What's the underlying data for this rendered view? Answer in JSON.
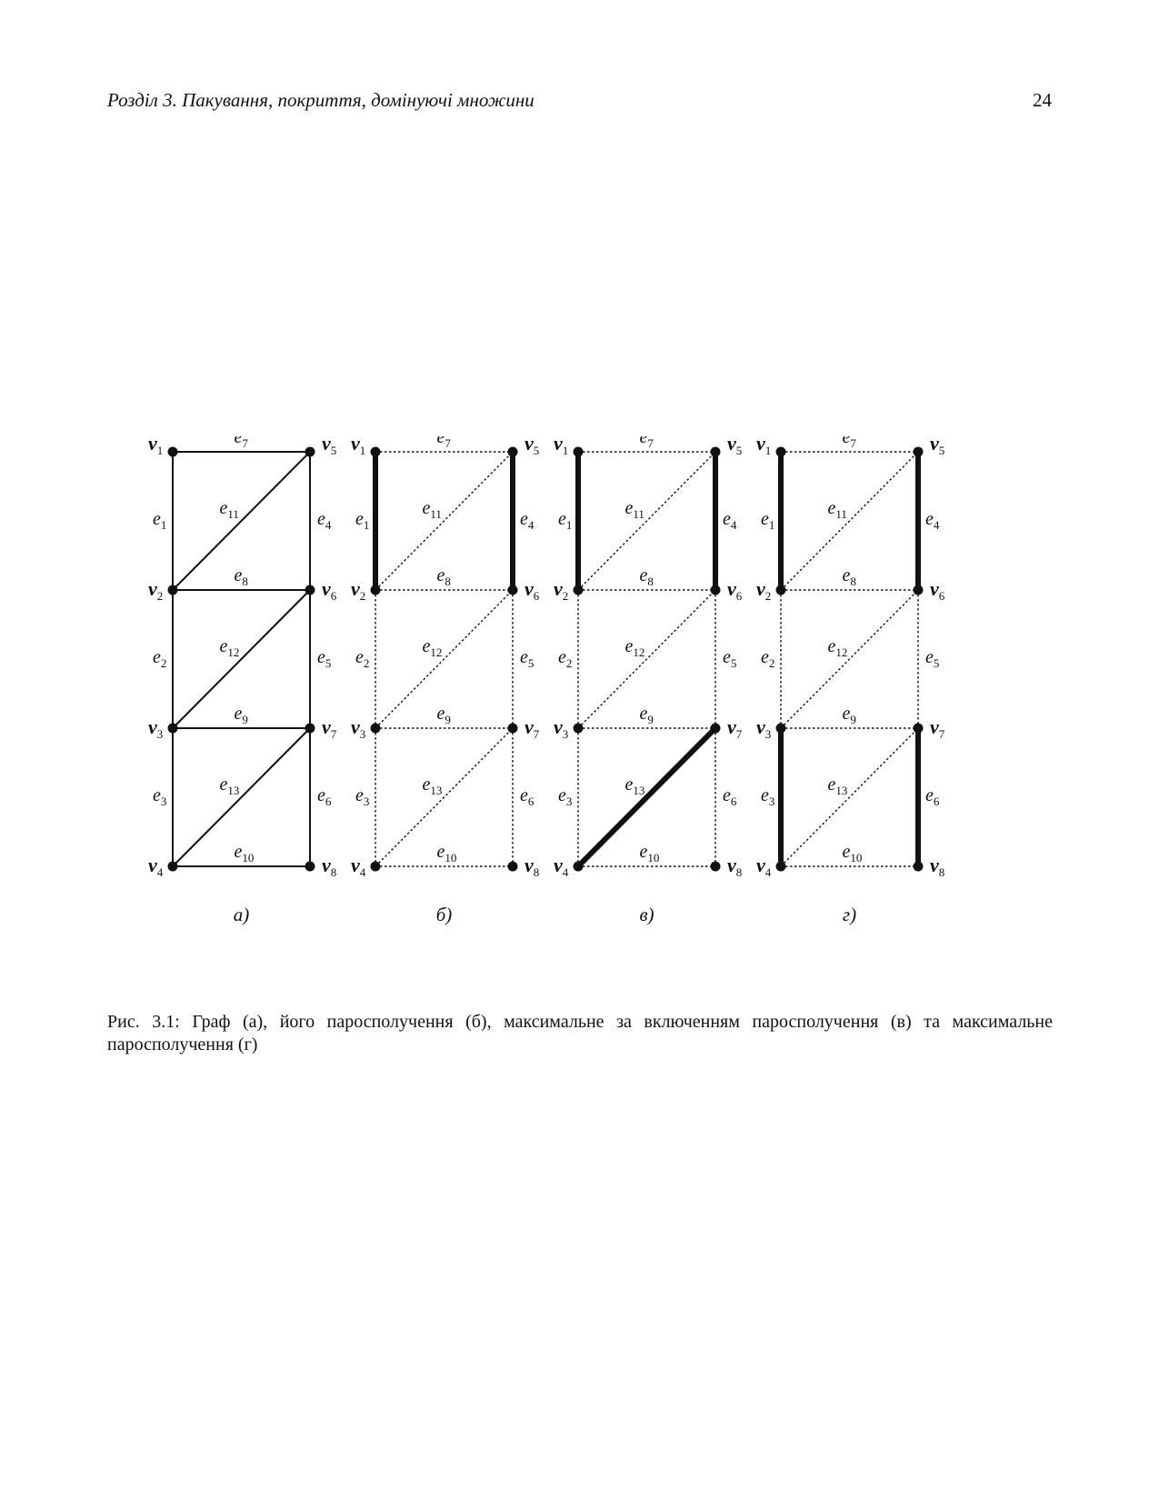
{
  "header": {
    "running_head": "Розділ 3.  Пакування, покриття, домінуючі множини",
    "page_number": "24"
  },
  "figure": {
    "vertices": [
      {
        "id": "v1",
        "sub": "1"
      },
      {
        "id": "v2",
        "sub": "2"
      },
      {
        "id": "v3",
        "sub": "3"
      },
      {
        "id": "v4",
        "sub": "4"
      },
      {
        "id": "v5",
        "sub": "5"
      },
      {
        "id": "v6",
        "sub": "6"
      },
      {
        "id": "v7",
        "sub": "7"
      },
      {
        "id": "v8",
        "sub": "8"
      }
    ],
    "edges": [
      {
        "id": "e1",
        "sub": "1",
        "from": "v1",
        "to": "v2"
      },
      {
        "id": "e2",
        "sub": "2",
        "from": "v2",
        "to": "v3"
      },
      {
        "id": "e3",
        "sub": "3",
        "from": "v3",
        "to": "v4"
      },
      {
        "id": "e4",
        "sub": "4",
        "from": "v5",
        "to": "v6"
      },
      {
        "id": "e5",
        "sub": "5",
        "from": "v6",
        "to": "v7"
      },
      {
        "id": "e6",
        "sub": "6",
        "from": "v7",
        "to": "v8"
      },
      {
        "id": "e7",
        "sub": "7",
        "from": "v1",
        "to": "v5"
      },
      {
        "id": "e8",
        "sub": "8",
        "from": "v2",
        "to": "v6"
      },
      {
        "id": "e9",
        "sub": "9",
        "from": "v3",
        "to": "v7"
      },
      {
        "id": "e10",
        "sub": "10",
        "from": "v4",
        "to": "v8"
      },
      {
        "id": "e11",
        "sub": "11",
        "from": "v2",
        "to": "v5"
      },
      {
        "id": "e12",
        "sub": "12",
        "from": "v3",
        "to": "v6"
      },
      {
        "id": "e13",
        "sub": "13",
        "from": "v4",
        "to": "v7"
      }
    ],
    "panels": [
      {
        "label": "а)",
        "style": "full",
        "matching": []
      },
      {
        "label": "б)",
        "style": "matching",
        "matching": [
          "e1",
          "e4"
        ]
      },
      {
        "label": "в)",
        "style": "matching",
        "matching": [
          "e1",
          "e4",
          "e13"
        ]
      },
      {
        "label": "г)",
        "style": "matching",
        "matching": [
          "e1",
          "e4",
          "e3",
          "e6"
        ]
      }
    ],
    "vertex_letter": "v",
    "edge_letter": "e"
  },
  "caption": {
    "line1": "Рис. 3.1: Граф (а), його паросполучення (б), максимальне за включенням паросполучення (в) та максимальне",
    "line2": "паросполучення (г)"
  }
}
